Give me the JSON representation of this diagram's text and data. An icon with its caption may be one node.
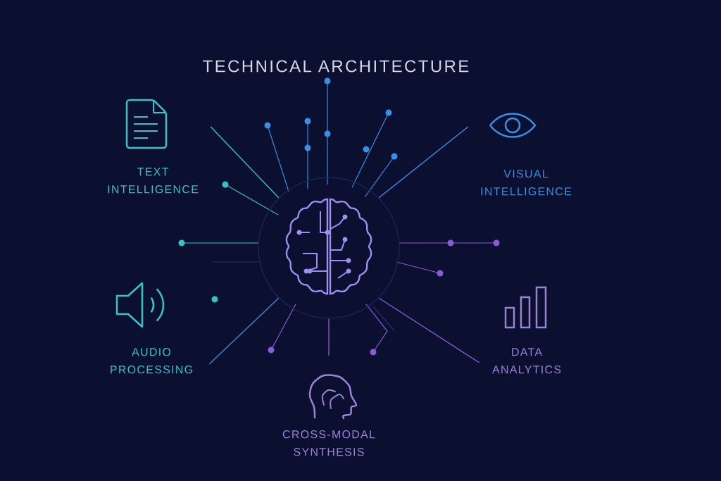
{
  "diagram": {
    "title": "TECHNICAL ARCHITECTURE",
    "nodes": [
      {
        "text": [],
        "shape": "circle"
      },
      {
        "text": [
          "TEXT INTELLIGENCE"
        ]
      },
      {
        "text": [
          "VISUAL INTELLIGENCE"
        ]
      },
      {
        "text": [
          "AUDIO PROCESSING"
        ]
      },
      {
        "text": [
          "DATA ANALYTICS"
        ]
      },
      {
        "text": [
          "CROSS-MODAL SYNTHESIS"
        ]
      }
    ],
    "edges": [
      {
        "from": 0,
        "to": 1,
        "arrow": "none",
        "color": "#36c2c8"
      },
      {
        "from": 0,
        "to": 2,
        "arrow": "none",
        "color": "#3a8ee6"
      },
      {
        "from": 0,
        "to": 3,
        "arrow": "none",
        "color": "#2e8fd8"
      },
      {
        "from": 0,
        "to": 4,
        "arrow": "none",
        "color": "#8a5ad8"
      },
      {
        "from": 0,
        "to": 5,
        "arrow": "none",
        "color": "#8a5ad8"
      }
    ]
  }
}
